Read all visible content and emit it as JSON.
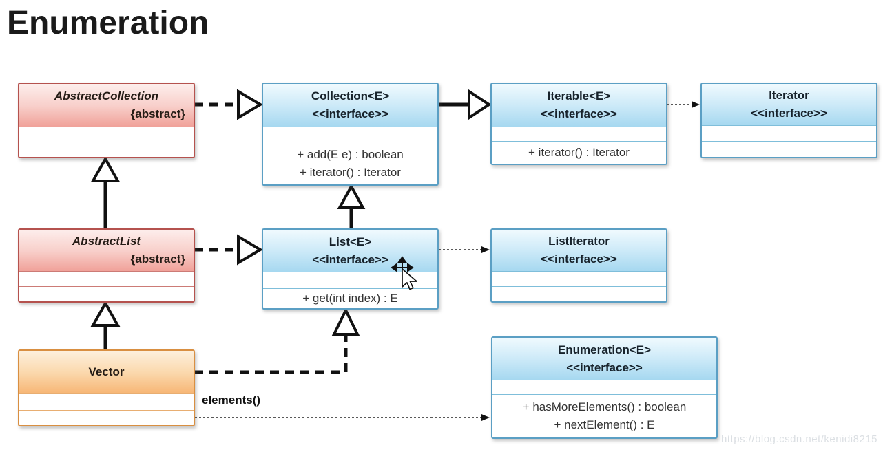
{
  "page": {
    "title": "Enumeration",
    "watermark": "https://blog.csdn.net/kenidi8215"
  },
  "classes": {
    "abstract_collection": {
      "name": "AbstractCollection",
      "stereotype": "{abstract}",
      "kind": "abstract-class"
    },
    "collection": {
      "name": "Collection<E>",
      "stereotype": "<<interface>>",
      "kind": "interface",
      "methods": [
        "+ add(E e) : boolean",
        "+ iterator() : Iterator"
      ]
    },
    "iterable": {
      "name": "Iterable<E>",
      "stereotype": "<<interface>>",
      "kind": "interface",
      "methods": [
        "+ iterator() : Iterator"
      ]
    },
    "iterator": {
      "name": "Iterator",
      "stereotype": "<<interface>>",
      "kind": "interface"
    },
    "abstract_list": {
      "name": "AbstractList",
      "stereotype": "{abstract}",
      "kind": "abstract-class"
    },
    "list": {
      "name": "List<E>",
      "stereotype": "<<interface>>",
      "kind": "interface",
      "methods": [
        "+ get(int index) : E"
      ]
    },
    "list_iterator": {
      "name": "ListIterator",
      "stereotype": "<<interface>>",
      "kind": "interface"
    },
    "vector": {
      "name": "Vector",
      "kind": "concrete-class"
    },
    "enumeration": {
      "name": "Enumeration<E>",
      "stereotype": "<<interface>>",
      "kind": "interface",
      "methods": [
        "+ hasMoreElements() : boolean",
        "+ nextElement() : E"
      ]
    }
  },
  "relations": [
    {
      "from": "AbstractCollection",
      "to": "Collection<E>",
      "type": "realization"
    },
    {
      "from": "Collection<E>",
      "to": "Iterable<E>",
      "type": "generalization"
    },
    {
      "from": "Iterable<E>",
      "to": "Iterator",
      "type": "dependency"
    },
    {
      "from": "AbstractList",
      "to": "AbstractCollection",
      "type": "generalization"
    },
    {
      "from": "AbstractList",
      "to": "List<E>",
      "type": "realization"
    },
    {
      "from": "List<E>",
      "to": "Collection<E>",
      "type": "generalization"
    },
    {
      "from": "List<E>",
      "to": "ListIterator",
      "type": "dependency"
    },
    {
      "from": "Vector",
      "to": "AbstractList",
      "type": "generalization"
    },
    {
      "from": "Vector",
      "to": "List<E>",
      "type": "realization"
    },
    {
      "from": "Vector",
      "to": "Enumeration<E>",
      "type": "dependency",
      "label": "elements()"
    }
  ],
  "labels": {
    "elements": "elements()"
  },
  "colors": {
    "abstract_class_fill": "#f0a199",
    "abstract_class_border": "#b5524e",
    "interface_fill": "#a6d8f0",
    "interface_border": "#5b9fc4",
    "concrete_class_fill": "#f7b675",
    "concrete_class_border": "#d98f41",
    "connector": "#111111",
    "watermark_text": "#dbdfe3"
  }
}
